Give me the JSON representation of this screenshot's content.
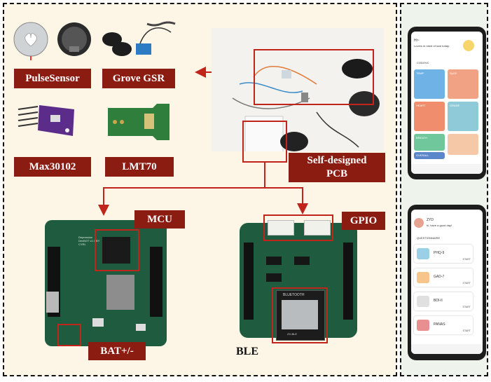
{
  "labels": {
    "pulse": "PulseSensor",
    "gsr": "Grove  GSR",
    "max": "Max30102",
    "lmt": "LMT70",
    "pcb": "Self-designed PCB",
    "mcu": "MCU",
    "gpio": "GPIO",
    "bat": "BAT+/-",
    "ble": "BLE"
  },
  "board1": {
    "silk": "Depression DevBOT v1.0 BY CYRL"
  },
  "board2": {
    "chip": "BLUETOOTH",
    "chip_code": "ZX-BLE"
  },
  "phone1": {
    "greeting": "Hi~",
    "subtitle": "Lovers in need of love today.",
    "section": "CODOVC",
    "tiles": [
      "TEMP",
      "SpO2",
      "HEART",
      "GRADE",
      "BREATH",
      "OVERALL"
    ],
    "colors": [
      "#6fb2e6",
      "#f2a284",
      "#ef8d6c",
      "#8fcad8",
      "#6fc79b",
      "#f5c9a8"
    ]
  },
  "phone2": {
    "user": "ZYD",
    "greeting": "hi, have a good day!",
    "section": "QUESTIONNAIRE",
    "rows": [
      {
        "name": "PHQ-9",
        "action": "START",
        "color": "#9ad0e6"
      },
      {
        "name": "GAD-7",
        "action": "START",
        "color": "#f7c58c"
      },
      {
        "name": "BDI-II",
        "action": "START",
        "color": "#e0e0e0"
      },
      {
        "name": "PANAS",
        "action": "START",
        "color": "#e98f8f"
      }
    ]
  }
}
